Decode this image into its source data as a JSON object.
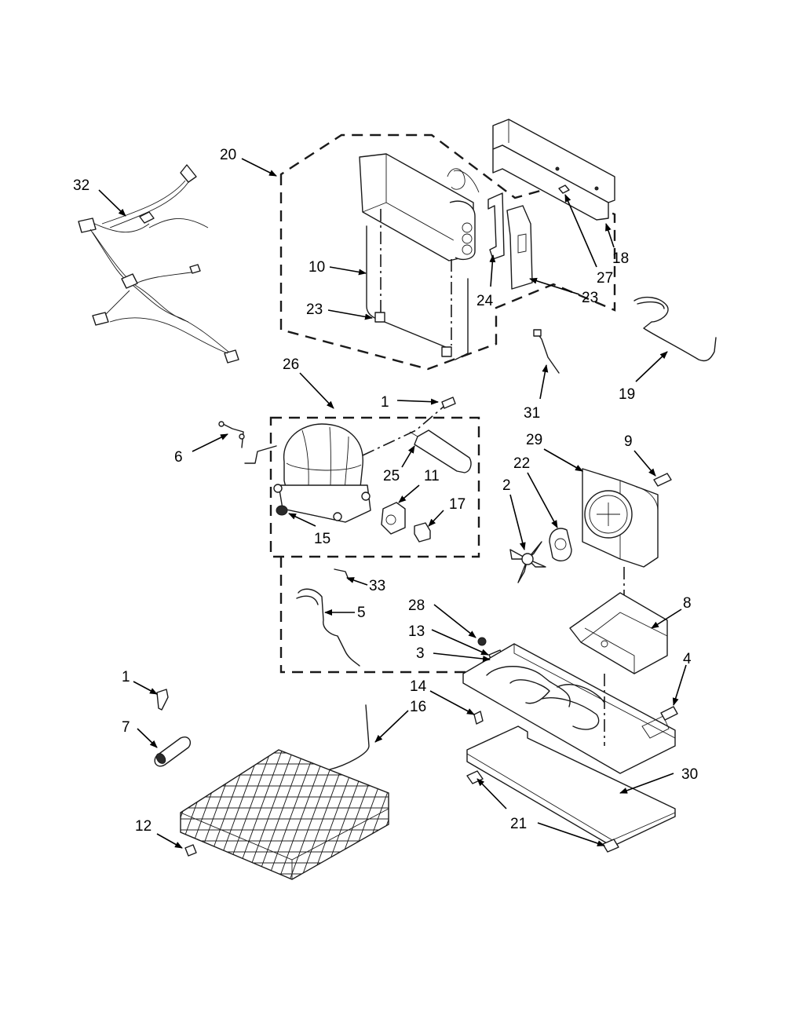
{
  "callouts": {
    "c1a": "1",
    "c1b": "1",
    "c2": "2",
    "c3": "3",
    "c4": "4",
    "c5": "5",
    "c6": "6",
    "c7": "7",
    "c8": "8",
    "c9": "9",
    "c10": "10",
    "c11": "11",
    "c12": "12",
    "c13": "13",
    "c14": "14",
    "c15": "15",
    "c16": "16",
    "c17": "17",
    "c18": "18",
    "c19": "19",
    "c20": "20",
    "c21": "21",
    "c22": "22",
    "c23a": "23",
    "c23b": "23",
    "c24": "24",
    "c25": "25",
    "c26": "26",
    "c27": "27",
    "c28": "28",
    "c29": "29",
    "c30": "30",
    "c31": "31",
    "c32": "32",
    "c33": "33"
  }
}
